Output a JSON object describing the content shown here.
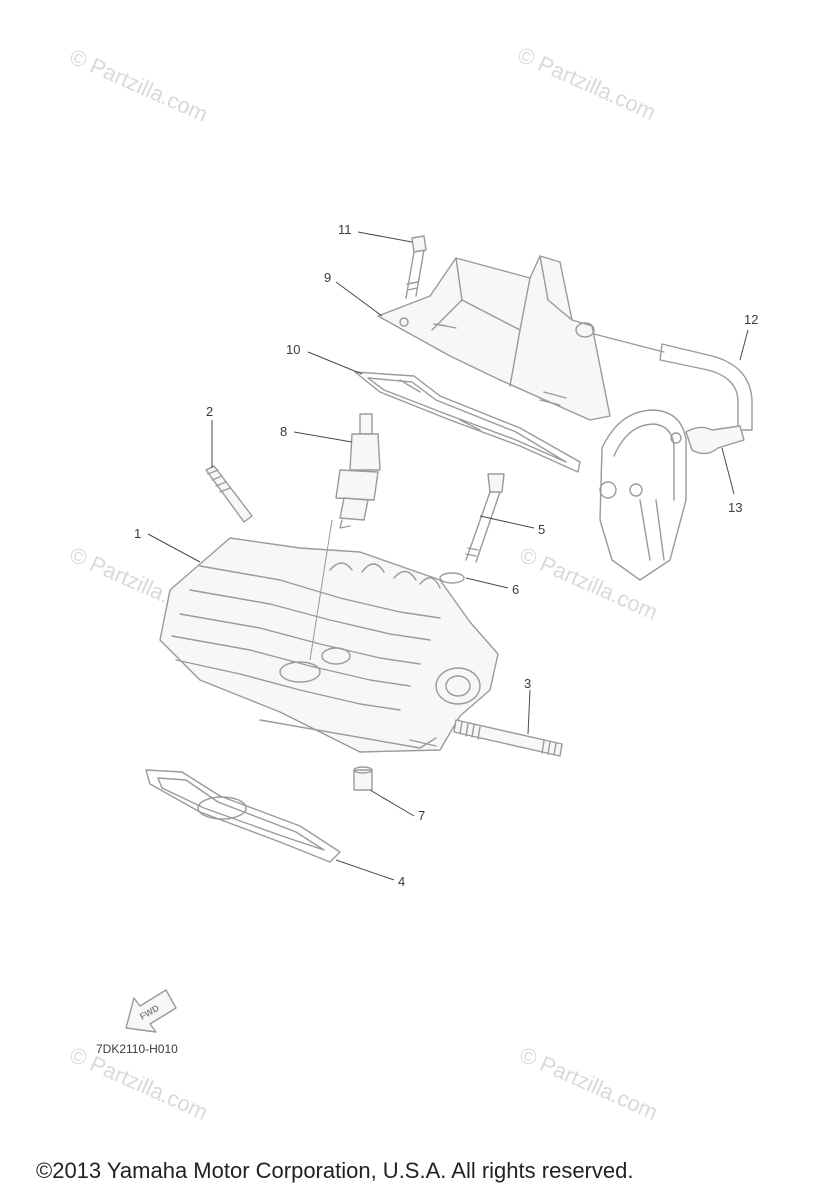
{
  "watermark": "© Partzilla.com",
  "diagram_code": "7DK2110-H010",
  "fwd_label": "FWD",
  "copyright": "©2013  Yamaha Motor Corporation, U.S.A. All rights reserved.",
  "callouts": {
    "c1": "1",
    "c2": "2",
    "c3": "3",
    "c4": "4",
    "c5": "5",
    "c6": "6",
    "c7": "7",
    "c8": "8",
    "c9": "9",
    "c10": "10",
    "c11": "11",
    "c12": "12",
    "c13": "13"
  },
  "colors": {
    "line_art": "#9a9a9a",
    "watermark": "#d9d9d9",
    "text": "#222222"
  }
}
